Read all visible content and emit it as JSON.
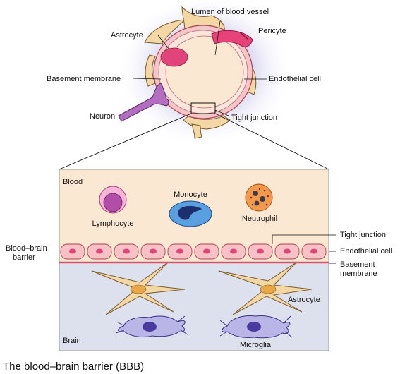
{
  "labels": {
    "lumen": "Lumen of blood vessel",
    "astrocyte_top": "Astrocyte",
    "pericyte": "Pericyte",
    "basement_membrane_top": "Basement membrane",
    "endothelial_cell_top": "Endothelial cell",
    "neuron": "Neuron",
    "tight_junction_top": "Tight junction",
    "blood": "Blood",
    "monocyte": "Monocyte",
    "lymphocyte": "Lymphocyte",
    "neutrophil": "Neutrophil",
    "tight_junction": "Tight junction",
    "bbb_line1": "Blood–brain",
    "bbb_line2": "barrier",
    "endothelial_cell": "Endothelial cell",
    "basement_line1": "Basement",
    "basement_line2": "membrane",
    "astrocyte": "Astrocyte",
    "brain": "Brain",
    "microglia": "Microglia"
  },
  "caption": "The blood–brain barrier (BBB)"
}
